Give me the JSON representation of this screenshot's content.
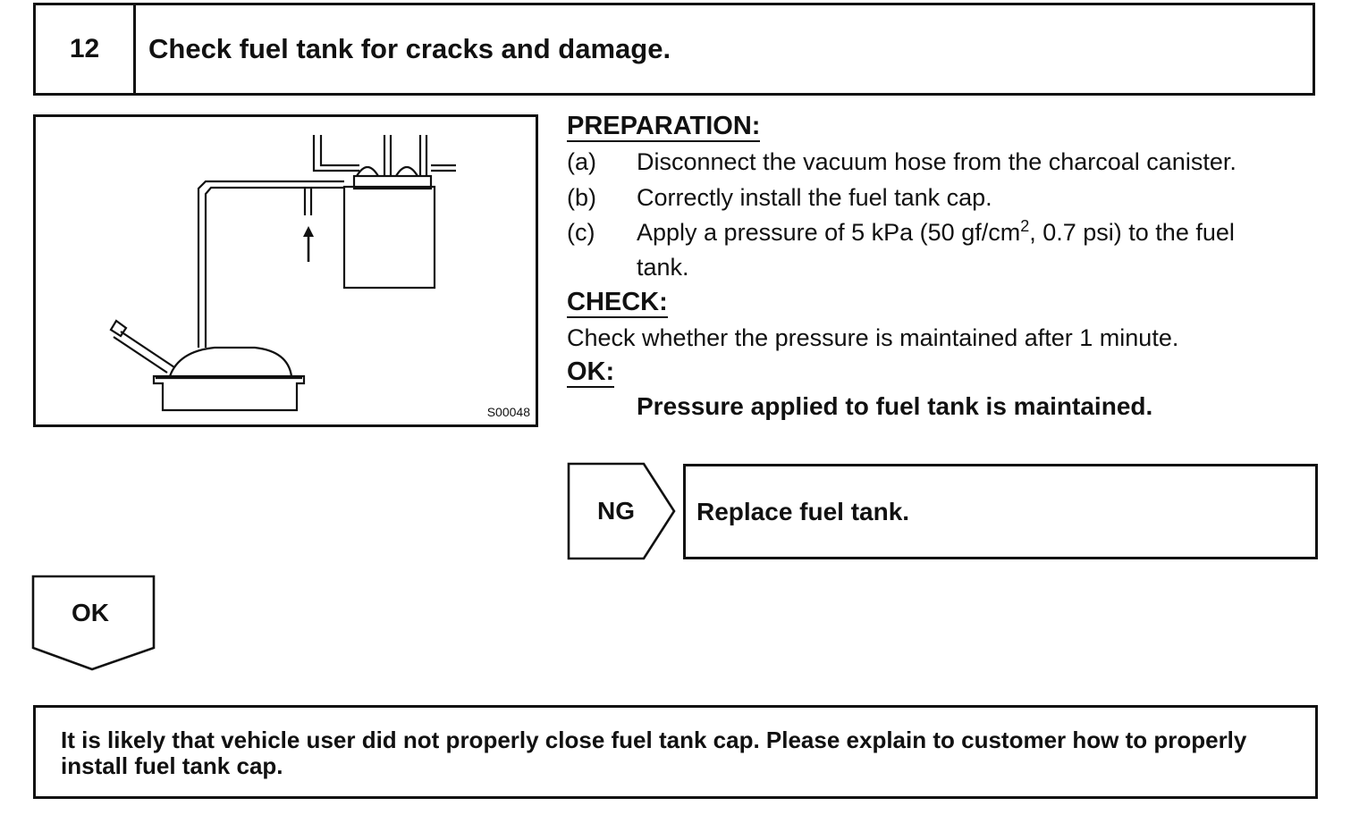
{
  "step": {
    "number": "12",
    "title": "Check fuel tank for cracks and damage."
  },
  "illustration": {
    "figure_code": "S00048"
  },
  "preparation": {
    "heading": "PREPARATION:",
    "items": [
      {
        "letter": "(a)",
        "text": "Disconnect the vacuum hose from the charcoal canister."
      },
      {
        "letter": "(b)",
        "text": "Correctly install the fuel tank cap."
      },
      {
        "letter": "(c)",
        "text_before_sup": "Apply a pressure of 5 kPa (50 gf/cm",
        "sup": "2",
        "text_after_sup": ", 0.7 psi) to the fuel",
        "text_line2": "tank."
      }
    ]
  },
  "check": {
    "heading": "CHECK:",
    "text": "Check whether the pressure is maintained after 1 minute."
  },
  "ok_criteria": {
    "heading": "OK:",
    "text": "Pressure applied to fuel tank is maintained."
  },
  "ng": {
    "label": "NG",
    "action": "Replace fuel tank."
  },
  "ok_flow": {
    "label": "OK"
  },
  "conclusion": {
    "text": "It is likely that vehicle user did not properly close fuel tank cap. Please explain to customer how to properly install fuel tank cap."
  }
}
